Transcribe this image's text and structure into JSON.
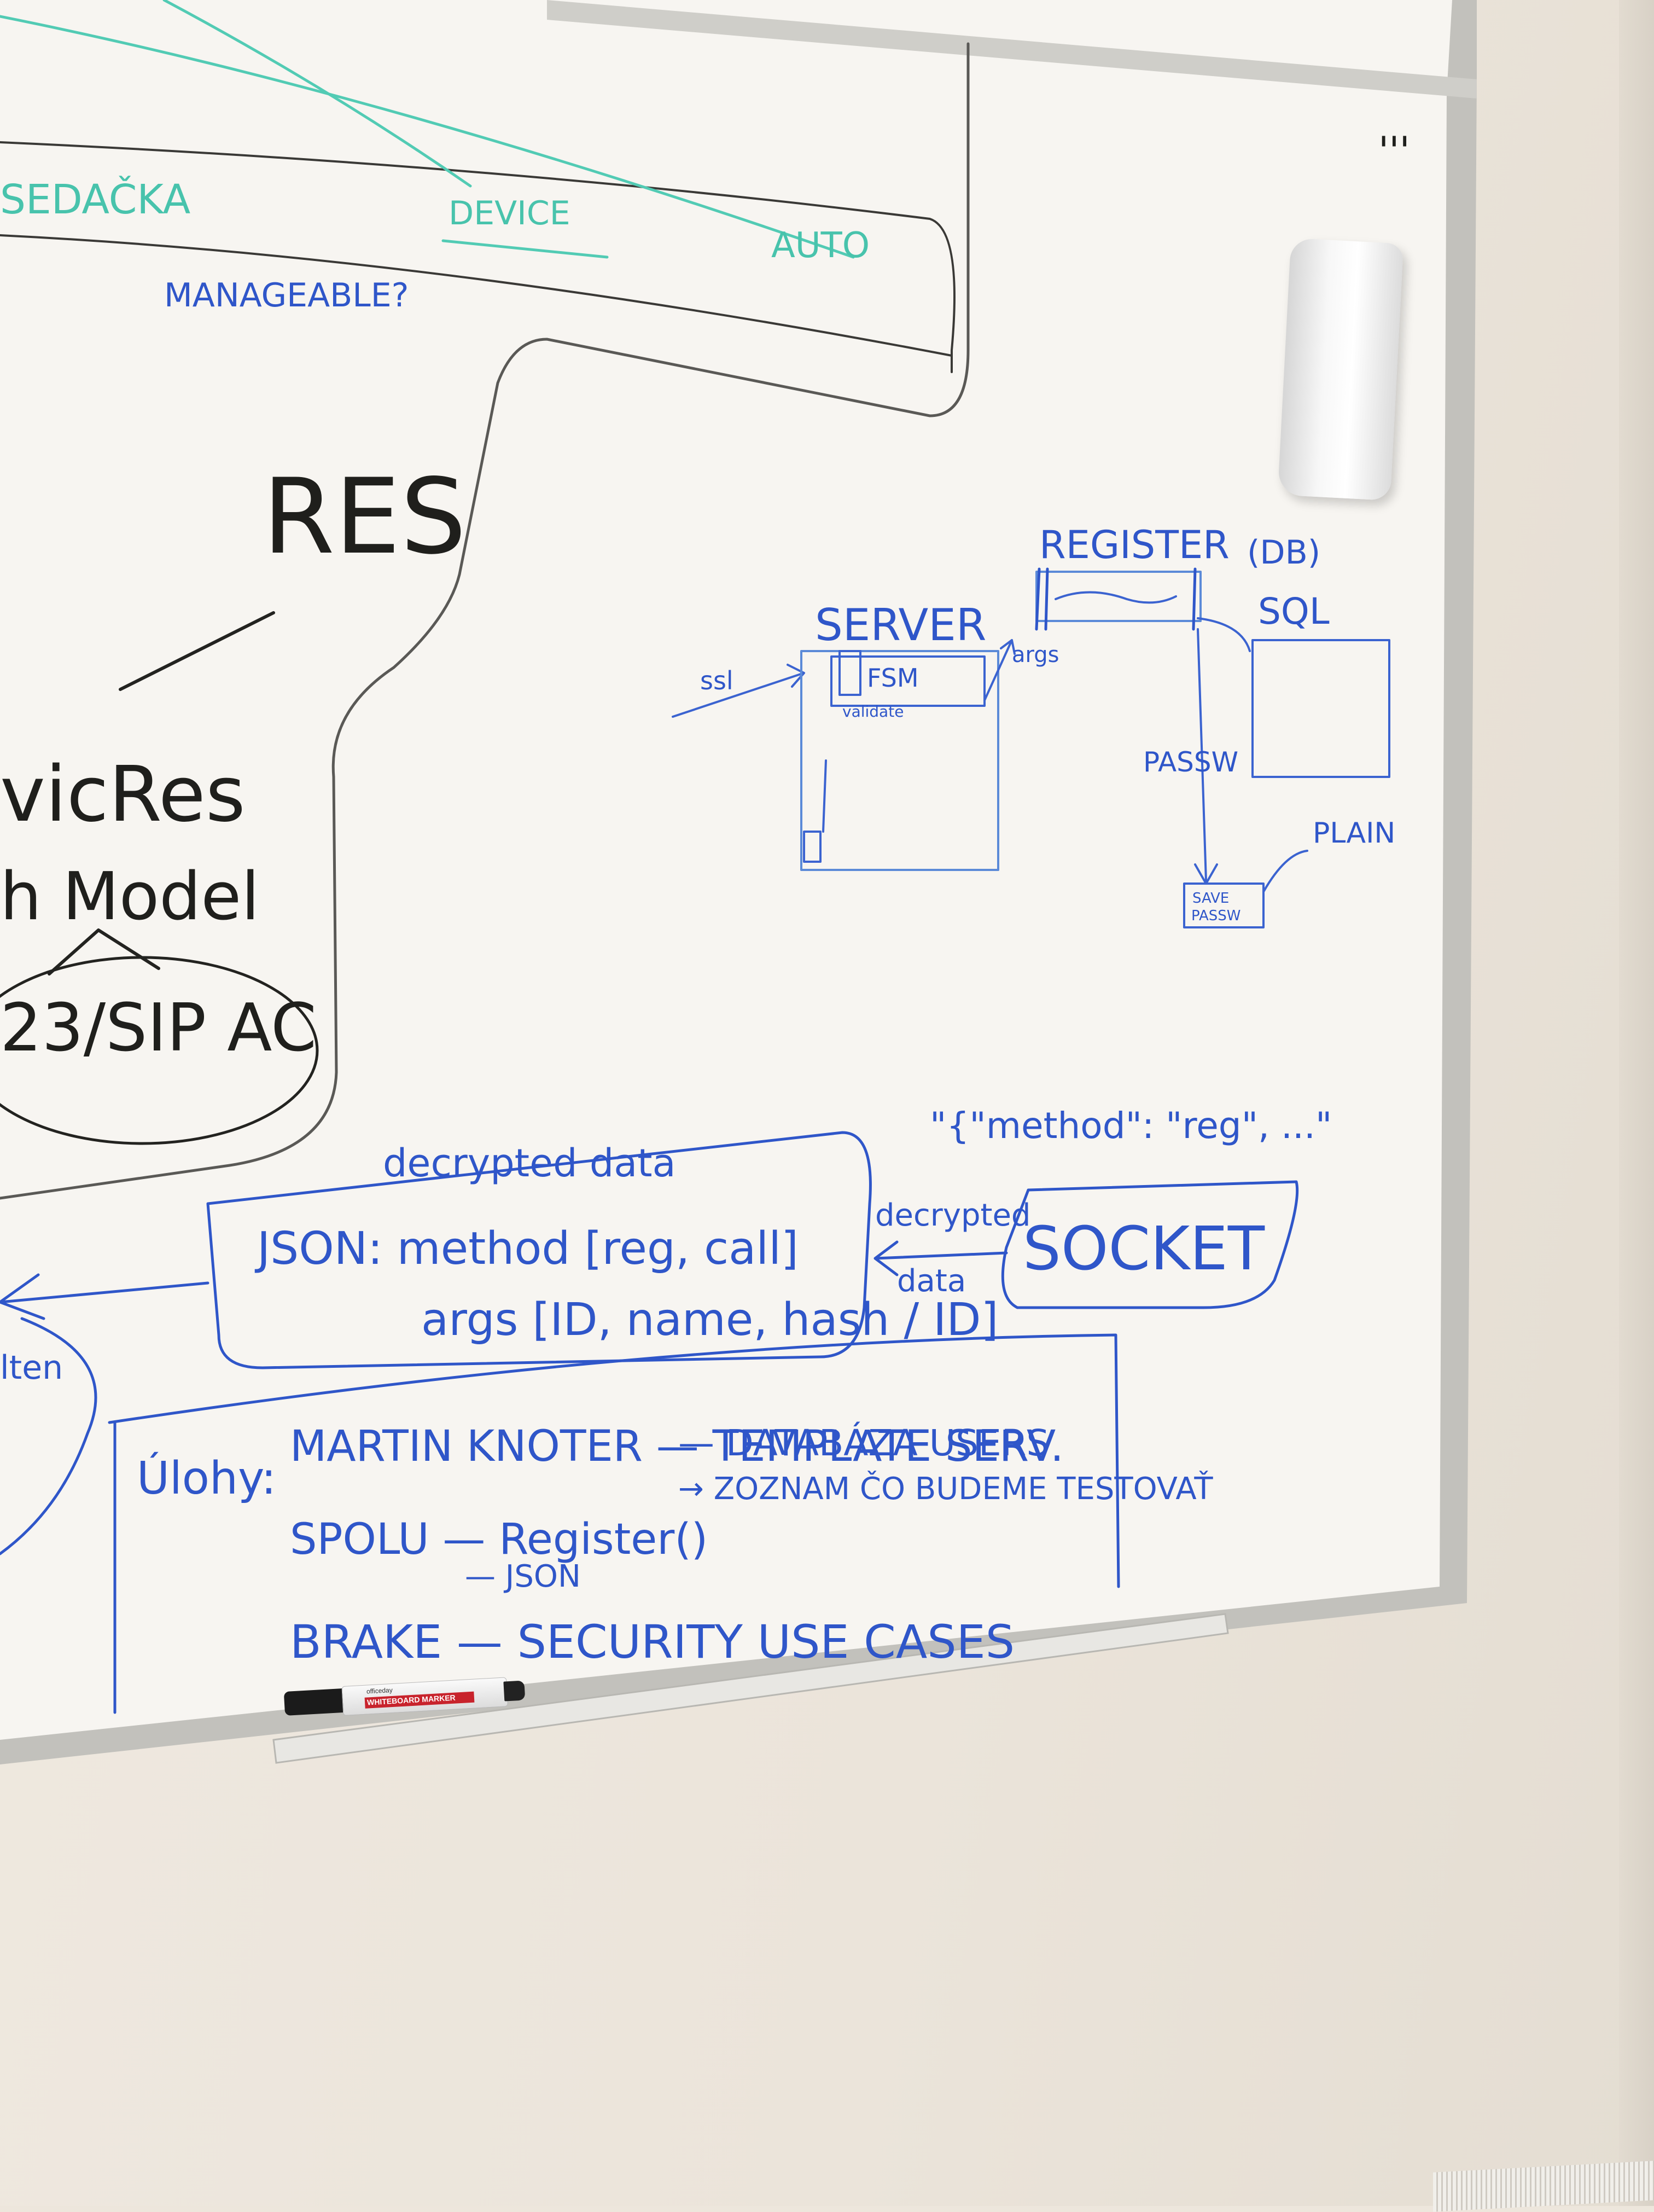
{
  "board": {
    "top": {
      "teal_left": "SEDAČKA",
      "teal_device": "DEVICE",
      "teal_auto": "AUTO",
      "manageable": "MANAGEABLE?",
      "corner_marks": "'''"
    },
    "black": {
      "res": "RES",
      "device_res": "vicRes",
      "model": "h Model",
      "sip": "23/SIP AC",
      "left_item": "lten"
    },
    "server_diagram": {
      "server": "SERVER",
      "ssl": "ssl",
      "fsm": "FSM",
      "validate": "validate",
      "args": "args",
      "register": "REGISTER",
      "db": "(DB)",
      "sql": "SQL",
      "passw": "PASSW",
      "save_passw_1": "SAVE",
      "save_passw_2": "PASSW",
      "plain": "PLAIN"
    },
    "json_example": "\"{\"method\": \"reg\", ...\"",
    "json_flow": {
      "decrypted_data": "decrypted data",
      "json_line1": "JSON: method [reg, call]",
      "json_line2": "args [ID, name, hash / ID]",
      "decrypted": "decrypted",
      "data": "data",
      "socket": "SOCKET"
    },
    "tasks": {
      "label": "Úlohy:",
      "line1": "MARTIN KNOTER — TEMPLATE SERV.",
      "line2": "— DATABÁZA USERS",
      "line3": "→ ZOZNAM ČO BUDEME TESTOVAŤ",
      "line4": "SPOLU — Register()",
      "line5": "— JSON",
      "line6": "BRAKE — SECURITY USE CASES"
    }
  },
  "marker": {
    "brand": "officeday",
    "label": "WHITEBOARD MARKER"
  },
  "colors": {
    "blue_ink": "#2f56c9",
    "black_ink": "#232320",
    "teal_ink": "#52cbb4",
    "board": "#f6f3ee",
    "frame": "#b9b8b3"
  }
}
